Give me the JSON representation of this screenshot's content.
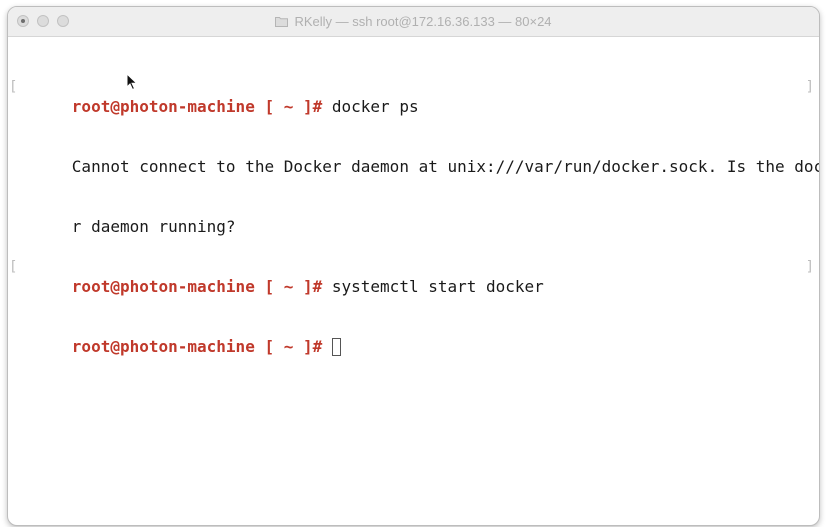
{
  "window": {
    "title": "RKelly — ssh root@172.16.36.133 — 80×24"
  },
  "terminal": {
    "lines": [
      {
        "prompt": "root@photon-machine [ ~ ]#",
        "command": " docker ps"
      },
      {
        "output": "Cannot connect to the Docker daemon at unix:///var/run/docker.sock. Is the docke"
      },
      {
        "output": "r daemon running?"
      },
      {
        "prompt": "root@photon-machine [ ~ ]#",
        "command": " systemctl start docker"
      },
      {
        "prompt": "root@photon-machine [ ~ ]#",
        "command": " "
      }
    ],
    "prompt_color": "#c0392b"
  },
  "icons": {
    "title_icon": "folder-icon",
    "mouse": "arrow-pointer-icon"
  }
}
